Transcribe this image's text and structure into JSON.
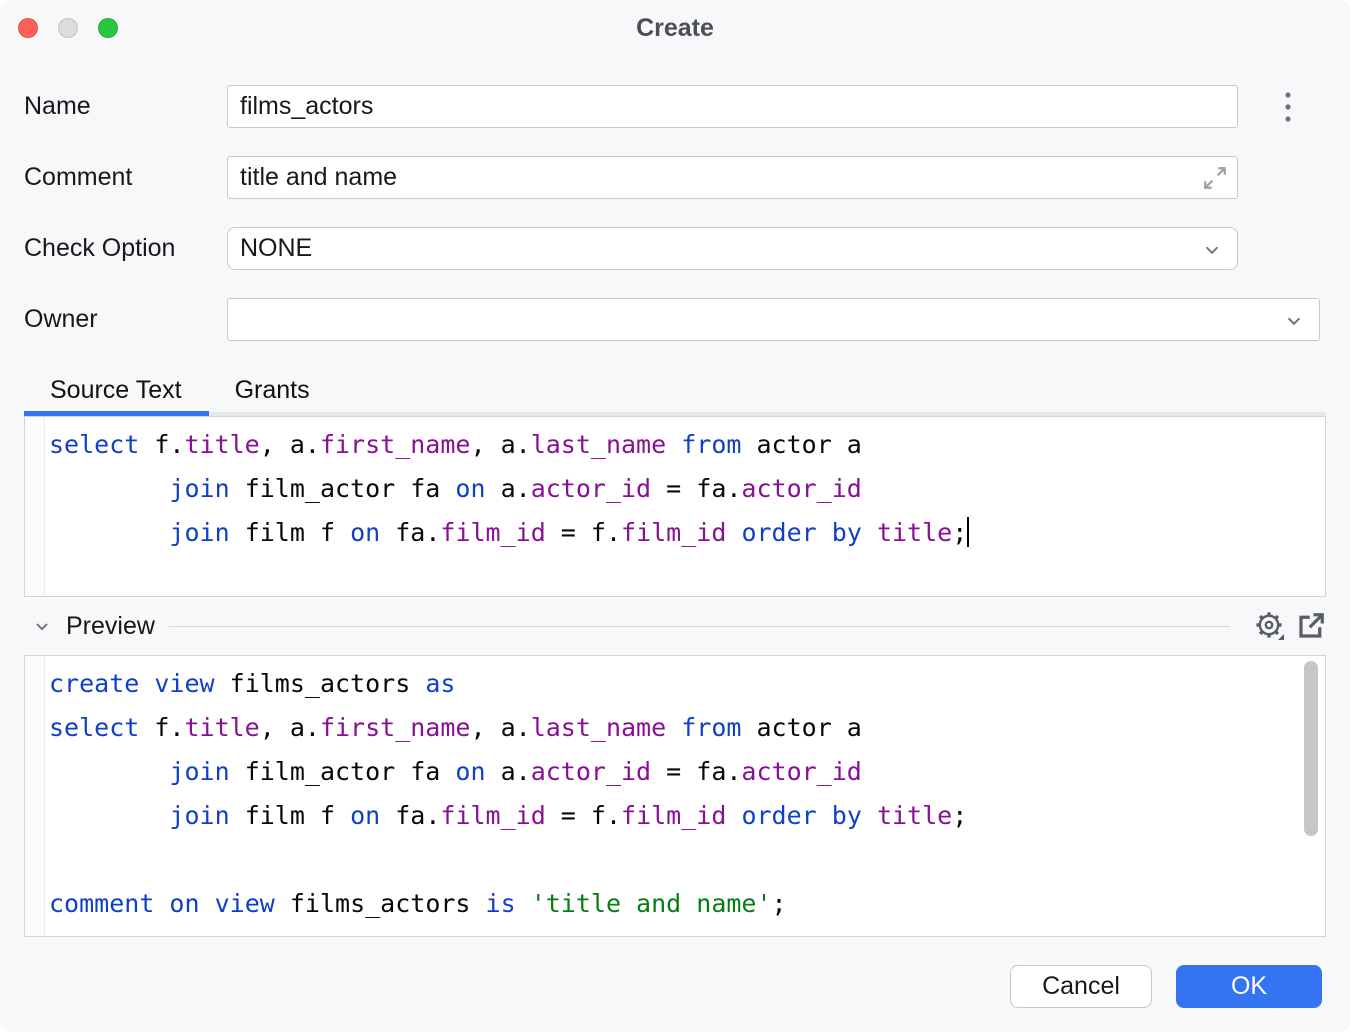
{
  "window": {
    "title": "Create"
  },
  "traffic_lights": {
    "close": "#ff5f57",
    "minimize": "#dcdcdc",
    "zoom": "#29c73f"
  },
  "form": {
    "name": {
      "label": "Name",
      "value": "films_actors"
    },
    "comment": {
      "label": "Comment",
      "value": "title and name"
    },
    "check_option": {
      "label": "Check Option",
      "value": "NONE"
    },
    "owner": {
      "label": "Owner",
      "value": ""
    }
  },
  "tabs": {
    "source_text": {
      "label": "Source Text",
      "active": true
    },
    "grants": {
      "label": "Grants",
      "active": false
    }
  },
  "source_editor": {
    "caret_line": 2,
    "lines": [
      [
        [
          "kw",
          "select"
        ],
        [
          "pl",
          " f."
        ],
        [
          "col",
          "title"
        ],
        [
          "pl",
          ", a."
        ],
        [
          "col",
          "first_name"
        ],
        [
          "pl",
          ", a."
        ],
        [
          "col",
          "last_name"
        ],
        [
          "pl",
          " "
        ],
        [
          "kw",
          "from"
        ],
        [
          "pl",
          " actor a"
        ]
      ],
      [
        [
          "pl",
          "        "
        ],
        [
          "kw",
          "join"
        ],
        [
          "pl",
          " film_actor fa "
        ],
        [
          "kw",
          "on"
        ],
        [
          "pl",
          " a."
        ],
        [
          "col",
          "actor_id"
        ],
        [
          "pl",
          " = fa."
        ],
        [
          "col",
          "actor_id"
        ]
      ],
      [
        [
          "pl",
          "        "
        ],
        [
          "kw",
          "join"
        ],
        [
          "pl",
          " film f "
        ],
        [
          "kw",
          "on"
        ],
        [
          "pl",
          " fa."
        ],
        [
          "col",
          "film_id"
        ],
        [
          "pl",
          " = f."
        ],
        [
          "col",
          "film_id"
        ],
        [
          "pl",
          " "
        ],
        [
          "kw",
          "order"
        ],
        [
          "pl",
          " "
        ],
        [
          "kw",
          "by"
        ],
        [
          "pl",
          " "
        ],
        [
          "col",
          "title"
        ],
        [
          "pl",
          ";"
        ]
      ]
    ]
  },
  "preview": {
    "header": "Preview",
    "caret_line": -1,
    "lines": [
      [
        [
          "kw",
          "create"
        ],
        [
          "pl",
          " "
        ],
        [
          "kw",
          "view"
        ],
        [
          "pl",
          " films_actors "
        ],
        [
          "kw",
          "as"
        ]
      ],
      [
        [
          "kw",
          "select"
        ],
        [
          "pl",
          " f."
        ],
        [
          "col",
          "title"
        ],
        [
          "pl",
          ", a."
        ],
        [
          "col",
          "first_name"
        ],
        [
          "pl",
          ", a."
        ],
        [
          "col",
          "last_name"
        ],
        [
          "pl",
          " "
        ],
        [
          "kw",
          "from"
        ],
        [
          "pl",
          " actor a"
        ]
      ],
      [
        [
          "pl",
          "        "
        ],
        [
          "kw",
          "join"
        ],
        [
          "pl",
          " film_actor fa "
        ],
        [
          "kw",
          "on"
        ],
        [
          "pl",
          " a."
        ],
        [
          "col",
          "actor_id"
        ],
        [
          "pl",
          " = fa."
        ],
        [
          "col",
          "actor_id"
        ]
      ],
      [
        [
          "pl",
          "        "
        ],
        [
          "kw",
          "join"
        ],
        [
          "pl",
          " film f "
        ],
        [
          "kw",
          "on"
        ],
        [
          "pl",
          " fa."
        ],
        [
          "col",
          "film_id"
        ],
        [
          "pl",
          " = f."
        ],
        [
          "col",
          "film_id"
        ],
        [
          "pl",
          " "
        ],
        [
          "kw",
          "order"
        ],
        [
          "pl",
          " "
        ],
        [
          "kw",
          "by"
        ],
        [
          "pl",
          " "
        ],
        [
          "col",
          "title"
        ],
        [
          "pl",
          ";"
        ]
      ],
      [],
      [
        [
          "kw",
          "comment"
        ],
        [
          "pl",
          " "
        ],
        [
          "kw",
          "on"
        ],
        [
          "pl",
          " "
        ],
        [
          "kw",
          "view"
        ],
        [
          "pl",
          " films_actors "
        ],
        [
          "kw",
          "is"
        ],
        [
          "pl",
          " "
        ],
        [
          "str",
          "'title and name'"
        ],
        [
          "pl",
          ";"
        ]
      ]
    ]
  },
  "footer": {
    "cancel_label": "Cancel",
    "ok_label": "OK"
  },
  "colors": {
    "accent": "#3574f0",
    "keyword": "#1140c8",
    "column": "#871094",
    "string": "#067d17",
    "dialog_bg": "#f7f8fa",
    "ok_button": "#3574f0"
  }
}
